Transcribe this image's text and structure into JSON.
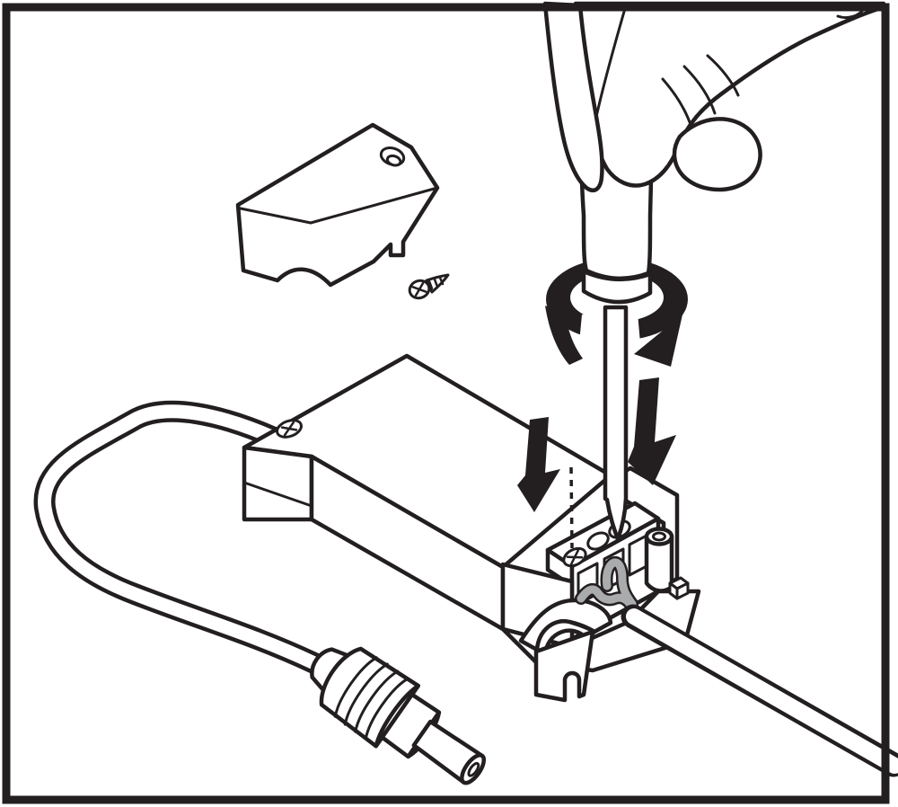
{
  "figure": {
    "type": "technical-illustration",
    "caption": "Installation diagram: a hand turns a screwdriver to tighten the screw terminals of a power-supply driver. Arrows show clockwise rotation and downward pressure. A dashed line marks the remaining terminal screw, two wires enter the terminal block, the output cable exits right, the input cable loops to a DC barrel plug, and the detached terminal cover with its fixing screw lies above.",
    "colors": {
      "background": "#ffffff",
      "line": "#231f20",
      "wire": "#a9abad"
    },
    "components": [
      {
        "name": "frame-border",
        "label": "illustration frame"
      },
      {
        "name": "protective-cover",
        "label": "detached terminal cover with screw hole and notch"
      },
      {
        "name": "cover-fixing-screw",
        "label": "small phillips screw"
      },
      {
        "name": "hand",
        "label": "hand gripping screwdriver handle"
      },
      {
        "name": "screwdriver",
        "label": "screwdriver with handle, ferrule and shaft"
      },
      {
        "name": "rotation-arrow",
        "label": "clockwise turn arrow around handle"
      },
      {
        "name": "press-down-arrow-left",
        "label": "downward arrow over housing"
      },
      {
        "name": "press-down-arrow-right",
        "label": "downward arrow beside shaft"
      },
      {
        "name": "alignment-dashed-line",
        "label": "dashed guide to left terminal screw"
      },
      {
        "name": "power-supply-unit",
        "label": "driver housing"
      },
      {
        "name": "housing-screw",
        "label": "phillips screw at cable entry"
      },
      {
        "name": "terminal-block",
        "label": "three-position screw terminal block"
      },
      {
        "name": "connection-wires",
        "label": "two stripped wires in terminal"
      },
      {
        "name": "cable-post",
        "label": "cylindrical cable guide post"
      },
      {
        "name": "cable-saddle",
        "label": "arched cable saddle"
      },
      {
        "name": "mounting-tab",
        "label": "mounting tab with U slot"
      },
      {
        "name": "output-cable",
        "label": "output cable leaving frame bottom right"
      },
      {
        "name": "input-cable",
        "label": "looped input cable"
      },
      {
        "name": "dc-barrel-plug",
        "label": "DC barrel plug with ribbed grip"
      }
    ]
  }
}
